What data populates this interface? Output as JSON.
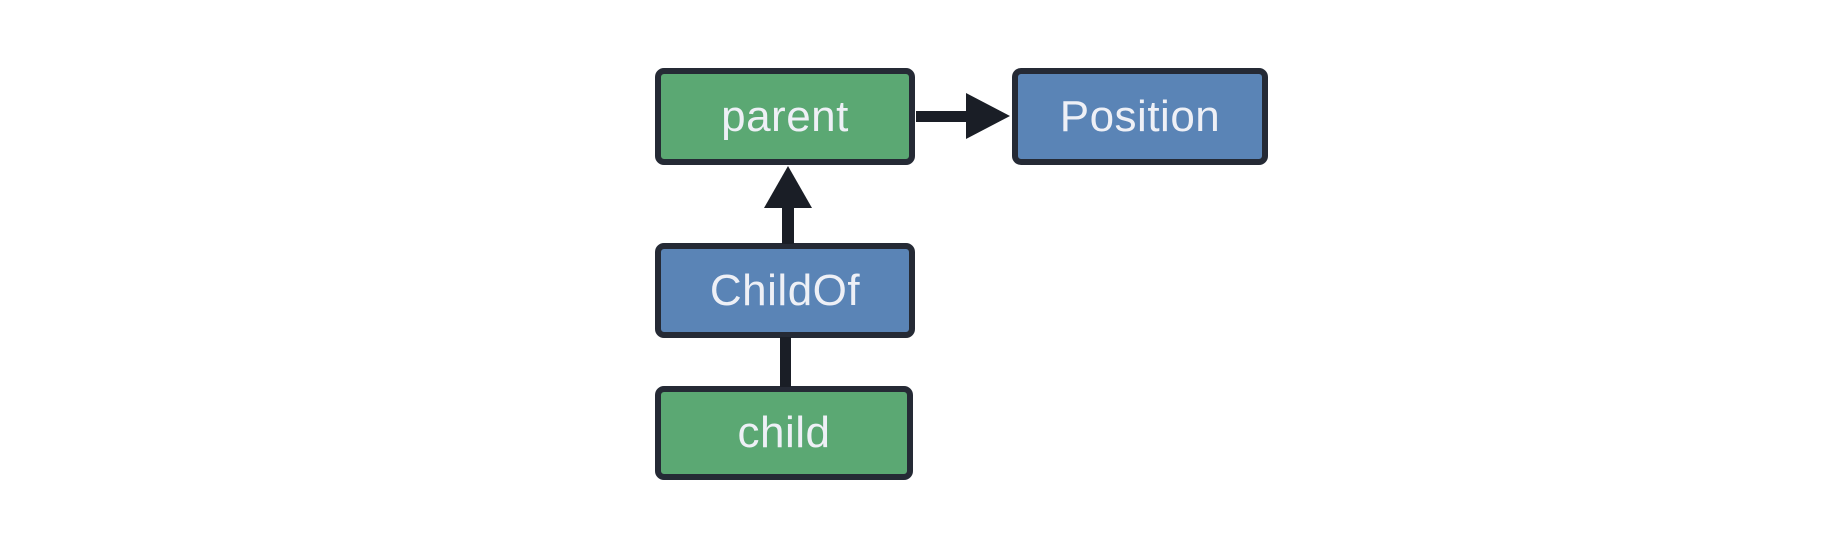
{
  "diagram": {
    "colors": {
      "entity_fill": "#5ba873",
      "relation_fill": "#5a84b6",
      "node_border": "#252a35",
      "edge_color": "#1a1e26",
      "label_color": "#eef0f6",
      "background": "#ffffff"
    },
    "nodes": [
      {
        "id": "parent",
        "label": "parent",
        "fill": "green"
      },
      {
        "id": "Position",
        "label": "Position",
        "fill": "blue"
      },
      {
        "id": "ChildOf",
        "label": "ChildOf",
        "fill": "blue"
      },
      {
        "id": "child",
        "label": "child",
        "fill": "green"
      }
    ],
    "edges": [
      {
        "from": "parent",
        "to": "Position",
        "type": "arrow",
        "direction": "right"
      },
      {
        "from": "ChildOf",
        "to": "parent",
        "type": "arrow",
        "direction": "up"
      },
      {
        "from": "child",
        "to": "ChildOf",
        "type": "line",
        "direction": "up"
      }
    ]
  }
}
